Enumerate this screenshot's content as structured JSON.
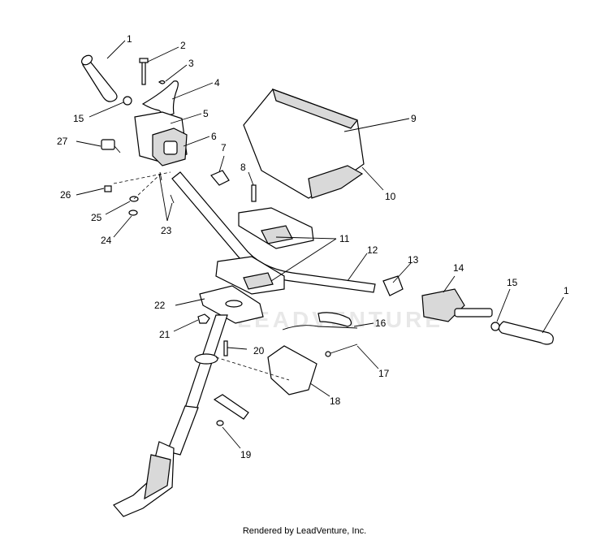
{
  "watermark": "LEADVENTURE",
  "footer": "Rendered by LeadVenture, Inc.",
  "callouts": [
    "1",
    "2",
    "3",
    "4",
    "15",
    "5",
    "6",
    "27",
    "7",
    "8",
    "9",
    "10",
    "26",
    "25",
    "24",
    "23",
    "11",
    "12",
    "13",
    "14",
    "15",
    "1",
    "22",
    "21",
    "16",
    "20",
    "17",
    "18",
    "19"
  ]
}
